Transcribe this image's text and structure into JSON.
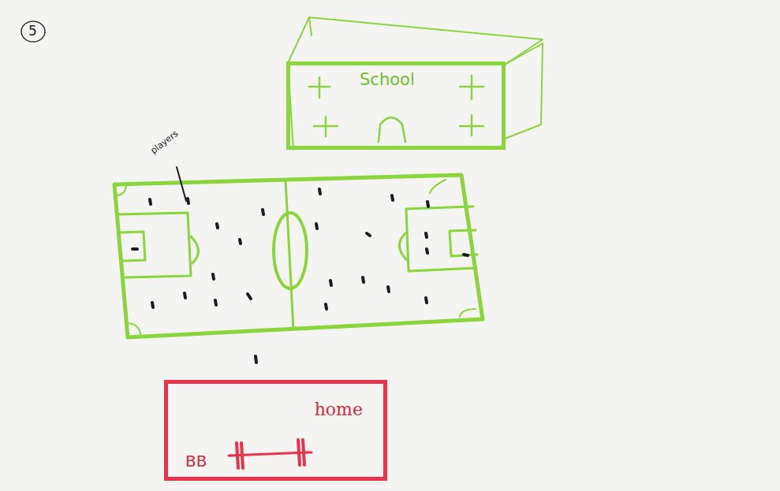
{
  "diagram": {
    "nodes": [
      {
        "text": [
          "School"
        ]
      },
      {
        "text": [
          "home",
          "BB"
        ]
      }
    ],
    "labels": [
      "5",
      "players"
    ]
  }
}
